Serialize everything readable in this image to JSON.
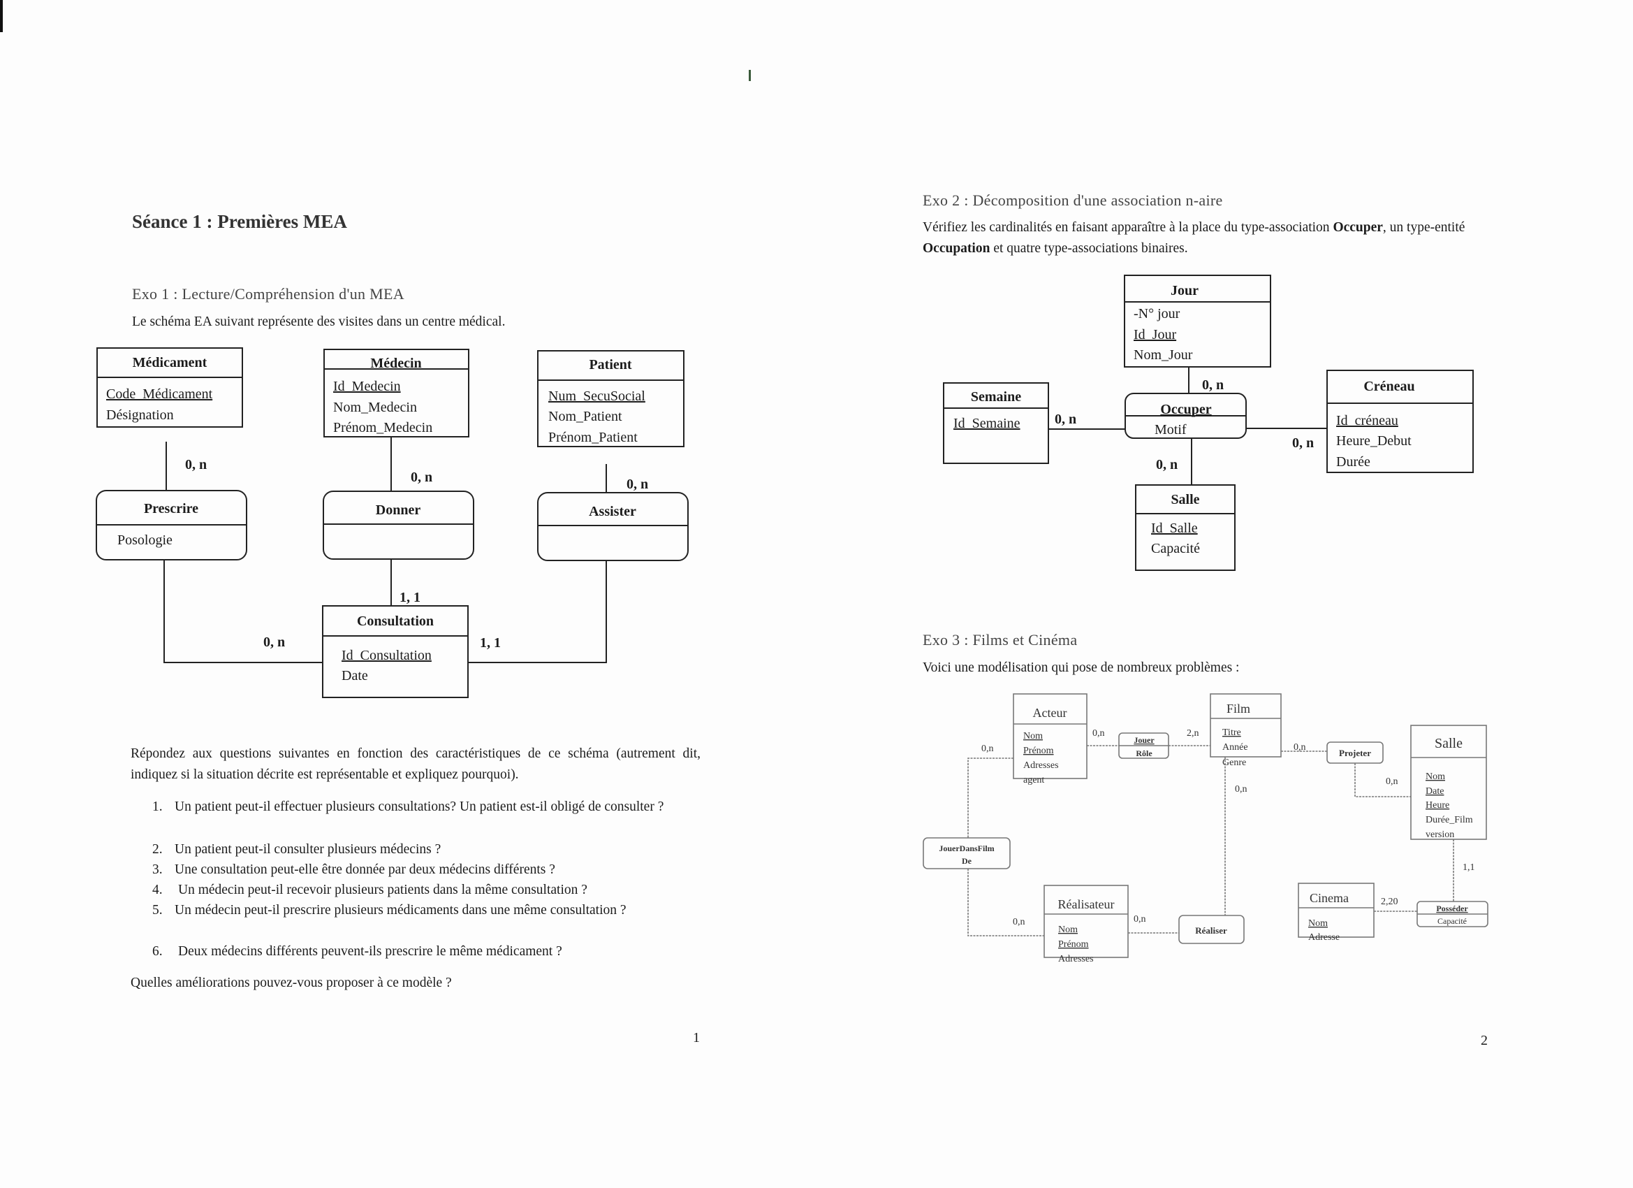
{
  "page1": {
    "title": "Séance 1 : Premières MEA",
    "exo1_title": "Exo 1 : Lecture/Compréhension d'un MEA",
    "exo1_intro": "Le schéma EA suivant représente des visites dans un centre médical.",
    "diagram": {
      "medicament": {
        "name": "Médicament",
        "attrs": [
          "Code_Médicament",
          "Désignation"
        ]
      },
      "medecin": {
        "name": "Médecin",
        "attrs": [
          "Id_Medecin",
          "Nom_Medecin",
          "Prénom_Medecin"
        ]
      },
      "patient": {
        "name": "Patient",
        "attrs": [
          "Num_SecuSocial",
          "Nom_Patient",
          "Prénom_Patient"
        ]
      },
      "prescrire": {
        "name": "Prescrire",
        "attrs": [
          "Posologie"
        ]
      },
      "donner": {
        "name": "Donner"
      },
      "assister": {
        "name": "Assister"
      },
      "consultation": {
        "name": "Consultation",
        "attrs": [
          "Id_Consultation",
          "Date"
        ]
      },
      "cards": {
        "medicament": "0, n",
        "medecin": "0, n",
        "patient": "0, n",
        "donner_cons": "1, 1",
        "prescrire_cons": "0, n",
        "assister_cons": "1, 1"
      }
    },
    "instructions": "Répondez aux questions suivantes en fonction des caractéristiques de ce schéma (autrement dit, indiquez si la situation décrite est représentable et expliquez pourquoi).",
    "questions": [
      {
        "n": "1.",
        "t": "Un patient peut-il effectuer plusieurs consultations? Un patient est-il obligé de consulter ?"
      },
      {
        "n": "2.",
        "t": "Un patient peut-il consulter plusieurs médecins ?"
      },
      {
        "n": "3.",
        "t": "Une consultation peut-elle être donnée par deux médecins différents ?"
      },
      {
        "n": "4.",
        "t": "Un médecin peut-il recevoir plusieurs patients dans la même consultation ?"
      },
      {
        "n": "5.",
        "t": "Un médecin peut-il prescrire plusieurs médicaments dans une même consultation ?"
      },
      {
        "n": "6.",
        "t": "Deux médecins différents peuvent-ils prescrire le même médicament ?"
      }
    ],
    "closing": "Quelles améliorations pouvez-vous proposer à ce modèle ?",
    "page_number": "1"
  },
  "page2": {
    "exo2_title": "Exo 2 : Décomposition d'une association n-aire",
    "exo2_text_1": "Vérifiez les cardinalités en faisant apparaître à la place du type-association ",
    "exo2_bold_1": "Occuper",
    "exo2_text_2": ", un type-entité ",
    "exo2_bold_2": "Occupation",
    "exo2_text_3": " et quatre type-associations binaires.",
    "diagram": {
      "jour": {
        "name": "Jour",
        "attrs": [
          "-N° jour",
          "Id_Jour",
          "Nom_Jour"
        ]
      },
      "semaine": {
        "name": "Semaine",
        "attrs": [
          "Id_Semaine"
        ]
      },
      "occuper": {
        "name": "Occuper",
        "attrs": [
          "Motif"
        ]
      },
      "creneau": {
        "name": "Créneau",
        "attrs": [
          "Id_créneau",
          "Heure_Debut",
          "Durée"
        ]
      },
      "salle": {
        "name": "Salle",
        "attrs": [
          "Id_Salle",
          "Capacité"
        ]
      },
      "cards": {
        "jour": "0, n",
        "semaine": "0, n",
        "creneau": "0, n",
        "salle": "0, n"
      }
    },
    "exo3_title": "Exo 3 : Films et Cinéma",
    "exo3_intro": "Voici une modélisation qui pose de nombreux problèmes :",
    "diagram3": {
      "acteur": {
        "name": "Acteur",
        "attrs": [
          "Nom",
          "Prénom",
          "Adresses",
          "agent"
        ]
      },
      "film": {
        "name": "Film",
        "attrs": [
          "Titre",
          "Année",
          "Genre"
        ]
      },
      "salle": {
        "name": "Salle",
        "attrs": [
          "Nom",
          "Date",
          "Heure",
          "Durée_Film",
          "version"
        ]
      },
      "realisateur": {
        "name": "Réalisateur",
        "attrs": [
          "Nom",
          "Prénom",
          "Adresses"
        ]
      },
      "cinema": {
        "name": "Cinema",
        "attrs": [
          "Nom",
          "Adresse"
        ]
      },
      "jouer": {
        "name": "Jouer",
        "attrs": [
          "Rôle"
        ]
      },
      "projeter": {
        "name": "Projeter"
      },
      "jouer_dans_film": {
        "name_1": "JouerDansFilm",
        "name_2": "De"
      },
      "realiser": {
        "name": "Réaliser"
      },
      "posseder": {
        "name": "Posséder",
        "attrs": [
          "Capacité"
        ]
      },
      "cards": {
        "acteur_jouerdf": "0,n",
        "acteur_jouer": "0,n",
        "film_jouer": "2,n",
        "film_projeter": "0,n",
        "salle_projeter": "0,n",
        "film_realiser": "0,n",
        "real_jouerdf": "0,n",
        "real_realiser": "0,n",
        "salle_posseder": "1,1",
        "cinema_posseder": "2,20"
      }
    },
    "page_number": "2"
  }
}
